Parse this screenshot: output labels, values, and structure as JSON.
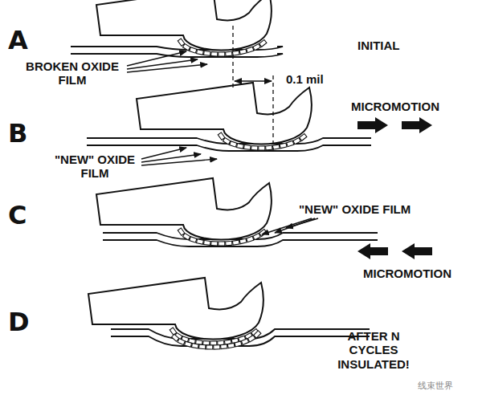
{
  "diagram": {
    "labels": [
      "A",
      "BROKEN OXIDE FILM",
      "INITIAL",
      "0.1 mil",
      "B",
      "MICROMOTION",
      "\"NEW\" OXIDE FILM",
      "C",
      "\"NEW\" OXIDE FILM",
      "MICROMOTION",
      "D",
      "AFTER N CYCLES INSULATED!",
      "线束世界"
    ]
  }
}
